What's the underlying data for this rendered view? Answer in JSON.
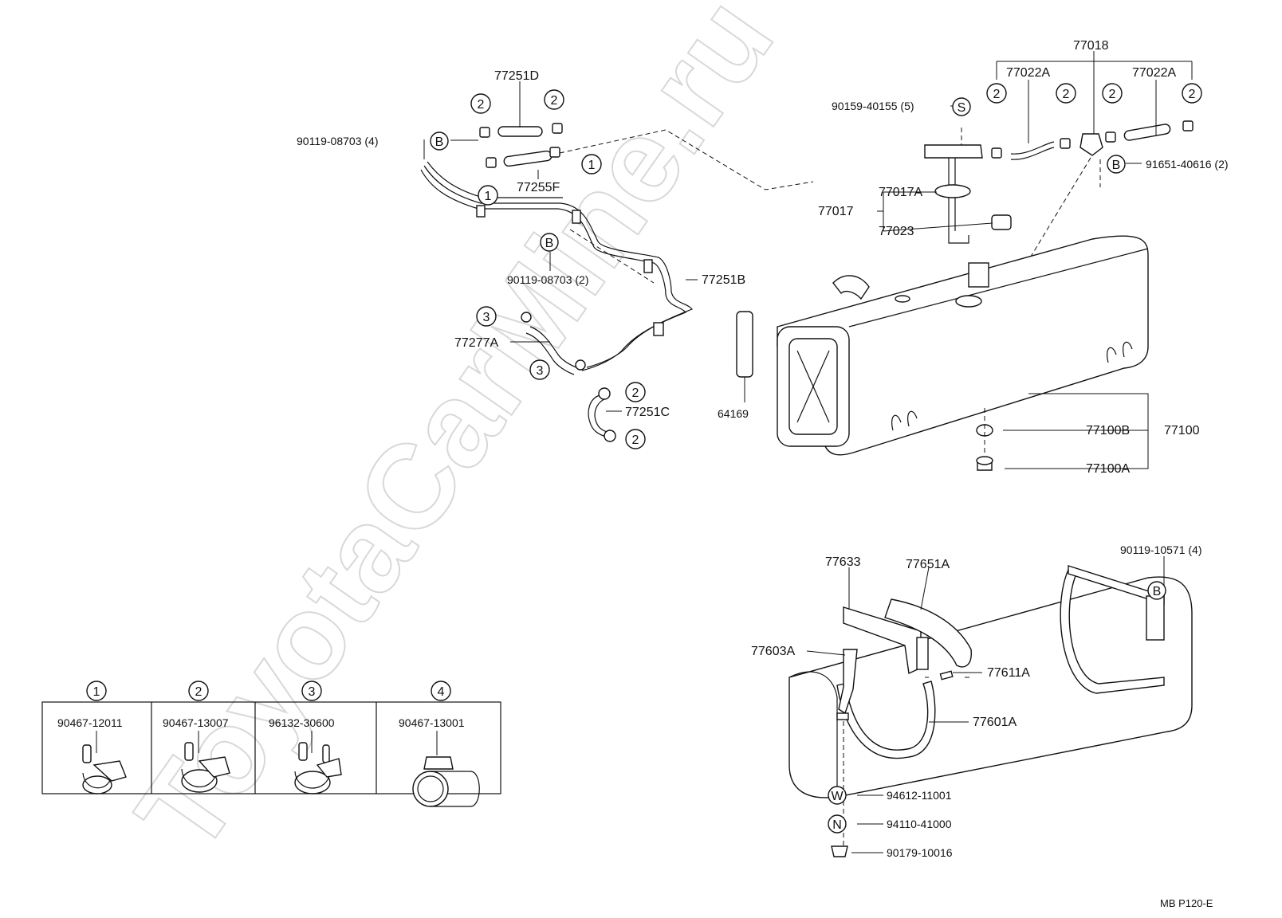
{
  "watermark": "ToyotaCarMine.ru",
  "footer_code": "MB  P120-E",
  "fuel_lines": {
    "tube_upper": "77251D",
    "tube_lower": "77255F",
    "clamp_bolt_upper": "90119-08703 (4)",
    "clamp_bolt_lower": "90119-08703 (2)",
    "main_tube": "77251B",
    "hose_a": "77277A",
    "hose_c": "77251C",
    "filler_hose": "64169"
  },
  "gauge": {
    "assembly": "77018",
    "hose_left": "77022A",
    "hose_right": "77022A",
    "screw": "90159-40155 (5)",
    "bolt": "91651-40616 (2)",
    "sender": "77017",
    "sender_a": "77017A",
    "gasket": "77023"
  },
  "tank": {
    "assembly": "77100",
    "part_b": "77100B",
    "part_a": "77100A"
  },
  "mounting": {
    "bracket": "77633",
    "band_cover": "77651A",
    "bolt": "90119-10571 (4)",
    "support": "77603A",
    "bolt_a": "77611A",
    "band": "77601A",
    "washer": "94612-11001",
    "nut": "94110-41000",
    "lock_nut": "90179-10016"
  },
  "markers": {
    "b": "B",
    "s": "S",
    "w": "W",
    "n": "N",
    "c1": "1",
    "c2": "2",
    "c3": "3",
    "c4": "4"
  },
  "clamp_table": [
    {
      "index": "1",
      "part": "90467-12011"
    },
    {
      "index": "2",
      "part": "90467-13007"
    },
    {
      "index": "3",
      "part": "96132-30600"
    },
    {
      "index": "4",
      "part": "90467-13001"
    }
  ]
}
